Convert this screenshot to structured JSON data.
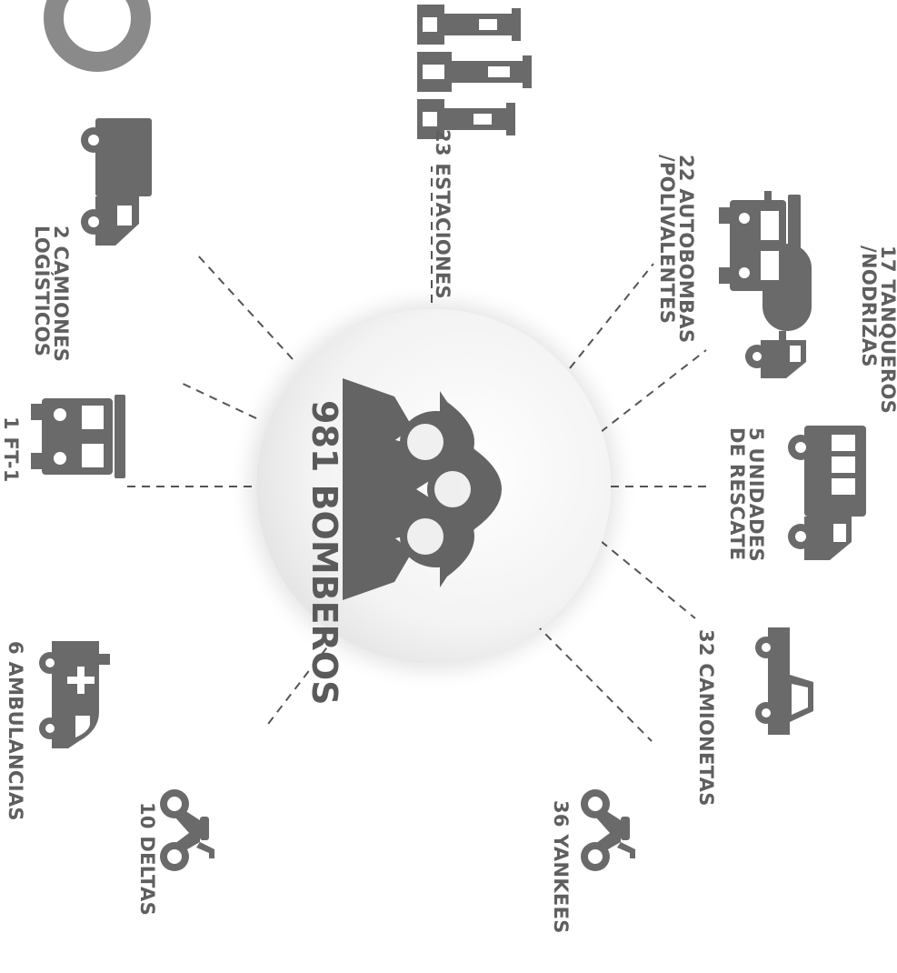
{
  "hub": {
    "label": "981 BOMBEROS",
    "icon": "firefighters-icon"
  },
  "labels": {
    "rescate": [
      "5 UNIDADES",
      "DE RESCATE"
    ],
    "tanqueros": [
      "17 TANQUEROS",
      "/NODRIZAS"
    ],
    "camionetas": [
      "32 CAMIONETAS"
    ],
    "autobombas": [
      "22 AUTOBOMBAS",
      "/POLIVALENTES"
    ],
    "yankees": [
      "36 YANKEES"
    ],
    "estaciones": [
      "23 ESTACIONES"
    ],
    "deltas": [
      "10 DELTAS"
    ],
    "logisticos": [
      "2 CAMIONES",
      "LOGÍSTICOS"
    ],
    "ambulancias": [
      "6 AMBULANCIAS"
    ],
    "ft1": [
      "1 FT-1"
    ]
  },
  "icons": {
    "rescate": "rescue-truck-icon",
    "tanqueros": "tanker-truck-icon",
    "camionetas": "pickup-truck-icon",
    "autobombas": "fire-engine-icon",
    "yankees": "motorcycle-icon",
    "estaciones": "fire-station-icon",
    "deltas": "motorcycle-icon",
    "logisticos": "logistics-truck-icon",
    "ambulancias": "ambulance-icon",
    "ft1": "ft1-truck-icon"
  },
  "colors": {
    "text": "#5f5f5f",
    "icon": "#6a6a6a",
    "line": "#555555"
  }
}
